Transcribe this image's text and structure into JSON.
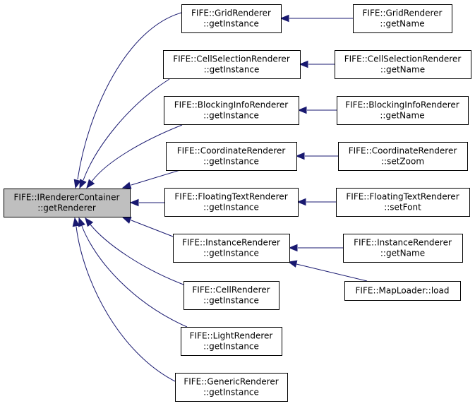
{
  "colors": {
    "edge": "#191970",
    "root_fill": "#bfbfbf",
    "node_fill": "#ffffff",
    "border": "#000000"
  },
  "nodes": [
    {
      "id": "root",
      "lines": [
        "FIFE::IRendererContainer",
        "::getRenderer"
      ]
    },
    {
      "id": "grid_gi",
      "lines": [
        "FIFE::GridRenderer",
        "::getInstance"
      ]
    },
    {
      "id": "cellsel_gi",
      "lines": [
        "FIFE::CellSelectionRenderer",
        "::getInstance"
      ]
    },
    {
      "id": "blocking_gi",
      "lines": [
        "FIFE::BlockingInfoRenderer",
        "::getInstance"
      ]
    },
    {
      "id": "coord_gi",
      "lines": [
        "FIFE::CoordinateRenderer",
        "::getInstance"
      ]
    },
    {
      "id": "floating_gi",
      "lines": [
        "FIFE::FloatingTextRenderer",
        "::getInstance"
      ]
    },
    {
      "id": "instance_gi",
      "lines": [
        "FIFE::InstanceRenderer",
        "::getInstance"
      ]
    },
    {
      "id": "cell_gi",
      "lines": [
        "FIFE::CellRenderer",
        "::getInstance"
      ]
    },
    {
      "id": "light_gi",
      "lines": [
        "FIFE::LightRenderer",
        "::getInstance"
      ]
    },
    {
      "id": "generic_gi",
      "lines": [
        "FIFE::GenericRenderer",
        "::getInstance"
      ]
    },
    {
      "id": "grid_gn",
      "lines": [
        "FIFE::GridRenderer",
        "::getName"
      ]
    },
    {
      "id": "cellsel_gn",
      "lines": [
        "FIFE::CellSelectionRenderer",
        "::getName"
      ]
    },
    {
      "id": "blocking_gn",
      "lines": [
        "FIFE::BlockingInfoRenderer",
        "::getName"
      ]
    },
    {
      "id": "coord_sz",
      "lines": [
        "FIFE::CoordinateRenderer",
        "::setZoom"
      ]
    },
    {
      "id": "floating_sf",
      "lines": [
        "FIFE::FloatingTextRenderer",
        "::setFont"
      ]
    },
    {
      "id": "instance_gn",
      "lines": [
        "FIFE::InstanceRenderer",
        "::getName"
      ]
    },
    {
      "id": "maploader_load",
      "lines": [
        "FIFE::MapLoader::load"
      ]
    }
  ],
  "edges": [
    {
      "from": "grid_gi",
      "to": "root"
    },
    {
      "from": "cellsel_gi",
      "to": "root"
    },
    {
      "from": "blocking_gi",
      "to": "root"
    },
    {
      "from": "coord_gi",
      "to": "root"
    },
    {
      "from": "floating_gi",
      "to": "root"
    },
    {
      "from": "instance_gi",
      "to": "root"
    },
    {
      "from": "cell_gi",
      "to": "root"
    },
    {
      "from": "light_gi",
      "to": "root"
    },
    {
      "from": "generic_gi",
      "to": "root"
    },
    {
      "from": "grid_gn",
      "to": "grid_gi"
    },
    {
      "from": "cellsel_gn",
      "to": "cellsel_gi"
    },
    {
      "from": "blocking_gn",
      "to": "blocking_gi"
    },
    {
      "from": "coord_sz",
      "to": "coord_gi"
    },
    {
      "from": "floating_sf",
      "to": "floating_gi"
    },
    {
      "from": "instance_gn",
      "to": "instance_gi"
    },
    {
      "from": "maploader_load",
      "to": "instance_gi"
    }
  ]
}
